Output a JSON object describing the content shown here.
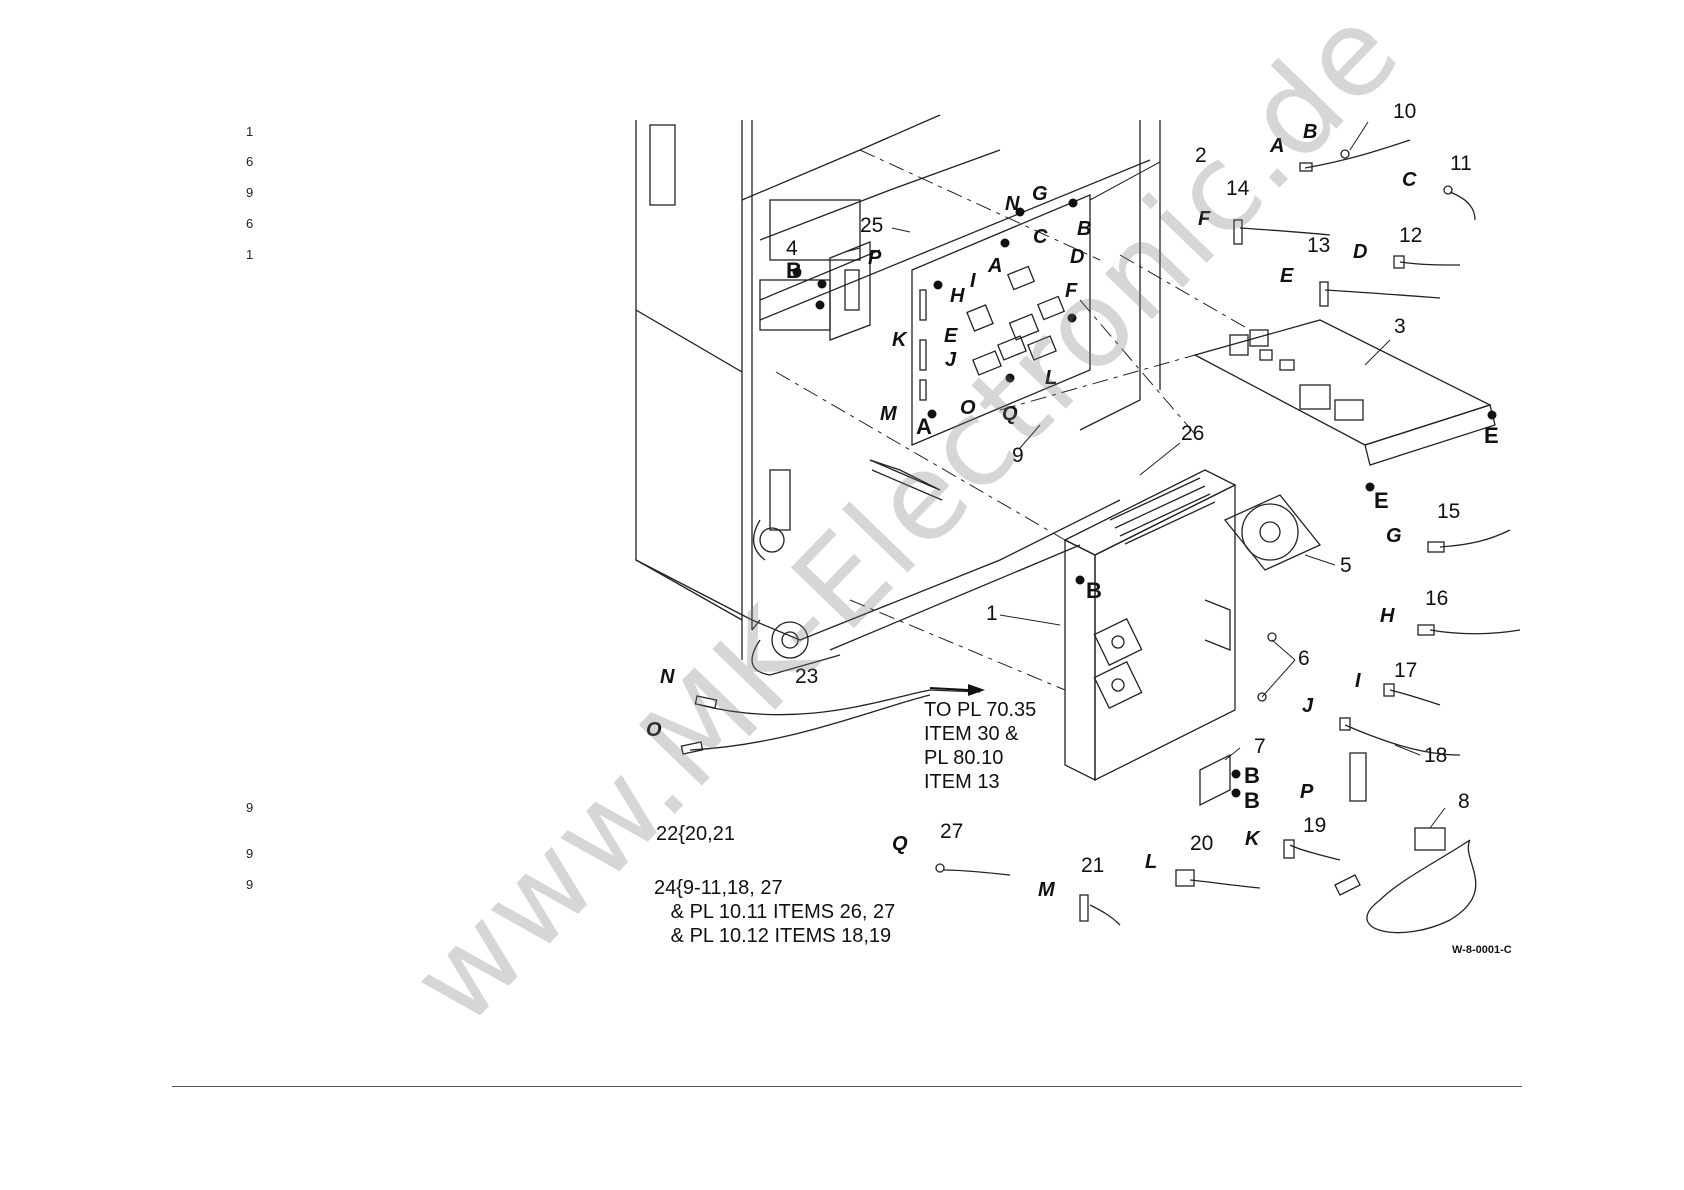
{
  "margin_numbers": [
    {
      "id": "m1",
      "text": "1"
    },
    {
      "id": "m2",
      "text": "6"
    },
    {
      "id": "m3",
      "text": "9"
    },
    {
      "id": "m4",
      "text": "6"
    },
    {
      "id": "m5",
      "text": "1"
    },
    {
      "id": "m6",
      "text": "9"
    },
    {
      "id": "m7",
      "text": "9"
    },
    {
      "id": "m8",
      "text": "9"
    }
  ],
  "callouts": {
    "c1": "1",
    "c2": "2",
    "c3": "3",
    "c4": "4",
    "c5": "5",
    "c6": "6",
    "c7": "7",
    "c8": "8",
    "c9": "9",
    "c10": "10",
    "c11": "11",
    "c12": "12",
    "c13": "13",
    "c14": "14",
    "c15": "15",
    "c16": "16",
    "c17": "17",
    "c18": "18",
    "c19": "19",
    "c20": "20",
    "c21": "21",
    "c23": "23",
    "c25": "25",
    "c26": "26",
    "c27": "27"
  },
  "connector_letters": {
    "A": "A",
    "B": "B",
    "C": "C",
    "D": "D",
    "E": "E",
    "F": "F",
    "G": "G",
    "H": "H",
    "I": "I",
    "J": "J",
    "K": "K",
    "L": "L",
    "M": "M",
    "N": "N",
    "O": "O",
    "P": "P",
    "Q": "Q"
  },
  "routing_note": [
    "TO PL 70.35",
    "ITEM 30 &",
    "PL 80.10",
    "ITEM 13"
  ],
  "kit_notes": {
    "kit22": "22{20,21",
    "kit24_l1": "24{9-11,18, 27",
    "kit24_l2": "   & PL 10.11 ITEMS 26, 27",
    "kit24_l3": "   & PL 10.12 ITEMS 18,19"
  },
  "drawing_id": "W-8-0001-C",
  "watermark": "www.MK-Electronic.de"
}
